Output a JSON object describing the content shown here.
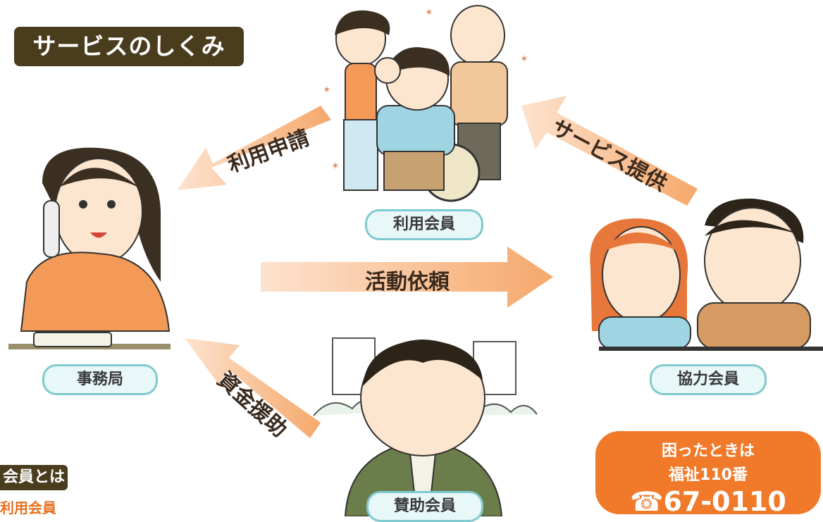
{
  "title": "サービスのしくみ",
  "nodes": {
    "user_member": "利用会員",
    "office": "事務局",
    "cooperating_member": "協力会員",
    "supporting_member": "賛助会員"
  },
  "flows": {
    "use_request": "利用申請",
    "service_provision": "サービス提供",
    "activity_request": "活動依頼",
    "funding_support": "資金援助"
  },
  "help_box": {
    "line1": "困ったときは",
    "line2": "福祉110番",
    "phone": "☎67-0110"
  },
  "side_tag": "会員とは",
  "side_text": "利用会員",
  "colors": {
    "arrow": "#f5a86b",
    "pill_border": "#7fcad0",
    "title_bg": "#4a3d1e",
    "help_bg": "#f07a2a"
  }
}
